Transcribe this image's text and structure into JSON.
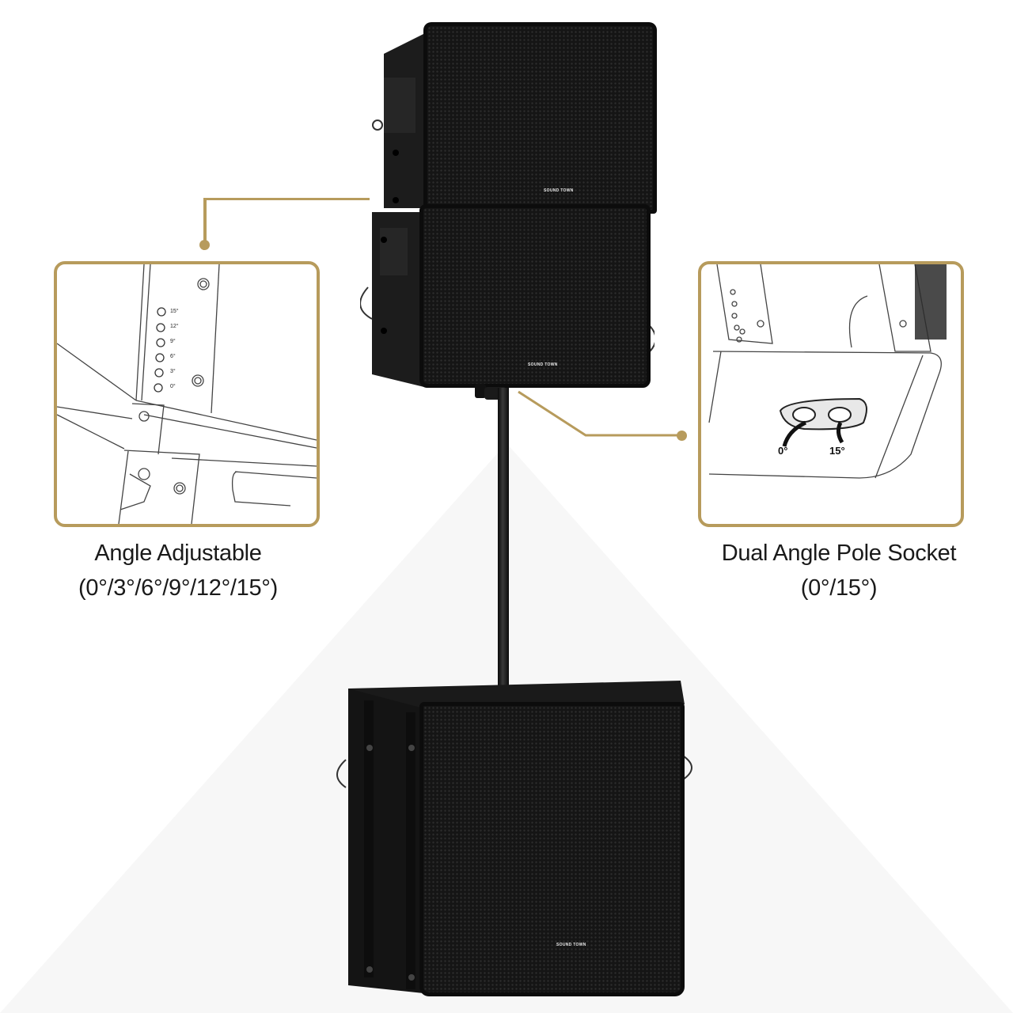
{
  "product": {
    "brand_logo_text": "SOUND TOWN",
    "components": [
      "line-array-speaker-top",
      "line-array-speaker-bottom",
      "speaker-pole",
      "subwoofer"
    ]
  },
  "callouts": {
    "left": {
      "title": "Angle Adjustable",
      "subtitle": "(0°/3°/6°/9°/12°/15°)",
      "angle_marks": [
        "15°",
        "12°",
        "9°",
        "6°",
        "3°",
        "0°"
      ]
    },
    "right": {
      "title": "Dual Angle Pole Socket",
      "subtitle": "(0°/15°)",
      "socket_labels": [
        "0°",
        "15°"
      ]
    }
  },
  "colors": {
    "accent_gold": "#b79b5c",
    "speaker_black": "#151515",
    "background": "#ffffff"
  }
}
